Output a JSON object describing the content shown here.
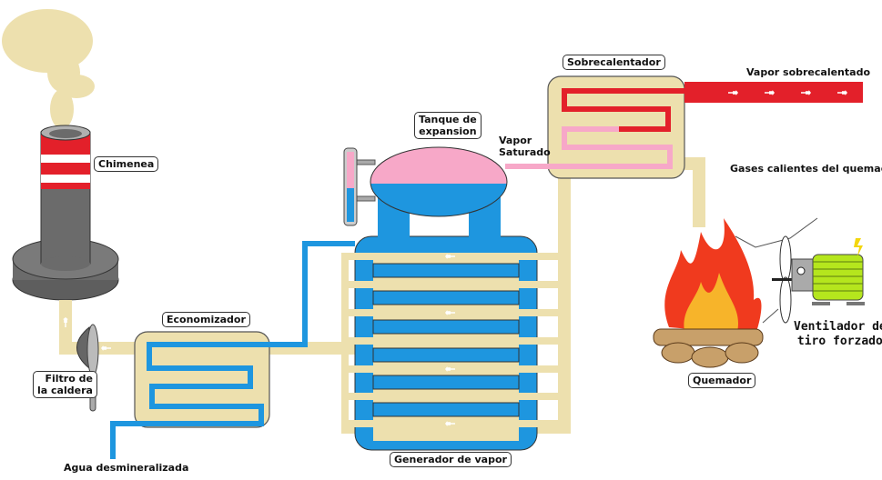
{
  "diagram": {
    "title": "Caldera de vapor - esquema de funcionamiento",
    "labels": {
      "chimenea": "Chimenea",
      "filtro_1": "Filtro de",
      "filtro_2": "la caldera",
      "economizador": "Economizador",
      "agua": "Agua desmineralizada",
      "tanque_1": "Tanque de",
      "tanque_2": "expansion",
      "vapor_sat_1": "Vapor",
      "vapor_sat_2": "Saturado",
      "sobrecalentador": "Sobrecalentador",
      "vapor_sobre": "Vapor sobrecalentado",
      "gases": "Gases calientes del  quemador",
      "generador": "Generador de vapor",
      "quemador": "Quemador",
      "ventilador_1": "Ventilador de",
      "ventilador_2": "tiro forzado"
    },
    "colors": {
      "gas": "#ede0ae",
      "water": "#1e96df",
      "saturated_steam": "#f7a8c8",
      "superheated_steam": "#e3202a",
      "chimney_gray": "#6b6b6b",
      "flame_red": "#f03a1e",
      "flame_yellow": "#f7b42a",
      "motor_green": "#b5e61d"
    }
  }
}
